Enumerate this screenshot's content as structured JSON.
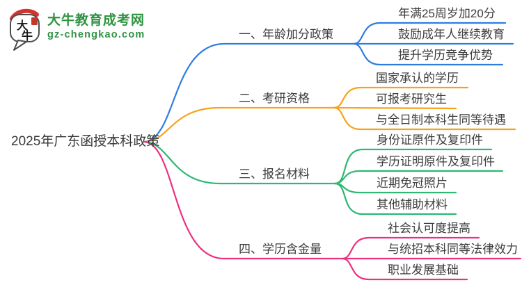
{
  "logo": {
    "site_name": "大牛教育成考网",
    "site_url": "gz-chengkao.com",
    "mark_char_top": "大",
    "mark_char_bottom": "牛",
    "brand_color": "#2f9242",
    "seal_color": "#c0392b"
  },
  "mindmap": {
    "root": {
      "label": "2025年广东函授本科政策"
    },
    "branches": [
      {
        "label": "一、年龄加分政策",
        "color": "#2f7ce0",
        "children": [
          "年满25周岁加20分",
          "鼓励成年人继续教育",
          "提升学历竞争优势"
        ]
      },
      {
        "label": "二、考研资格",
        "color": "#f6a21c",
        "children": [
          "国家承认的学历",
          "可报考研究生",
          "与全日制本科生同等待遇"
        ]
      },
      {
        "label": "三、报名材料",
        "color": "#2eb873",
        "children": [
          "身份证原件及复印件",
          "学历证明原件及复印件",
          "近期免冠照片",
          "其他辅助材料"
        ]
      },
      {
        "label": "四、学历含金量",
        "color": "#ee2f80",
        "children": [
          "社会认可度提高",
          "与统招本科同等法律效力",
          "职业发展基础"
        ]
      }
    ]
  }
}
